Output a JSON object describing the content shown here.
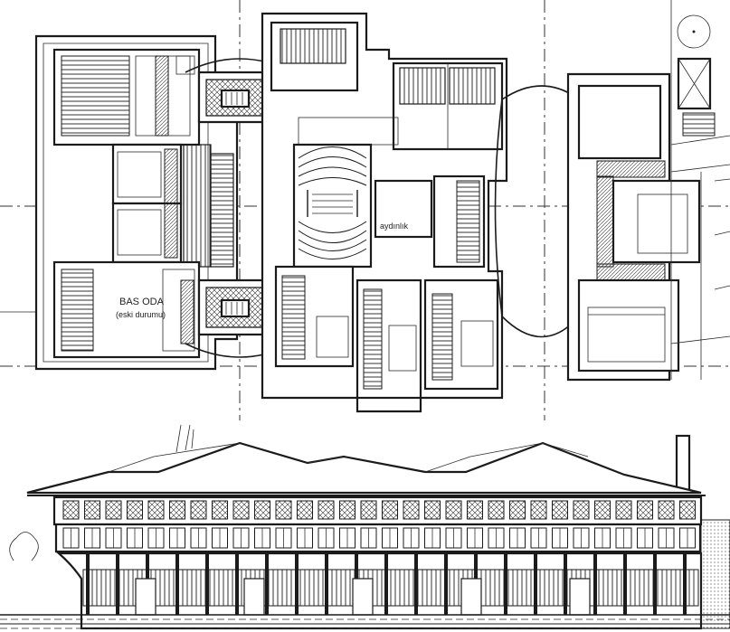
{
  "plan": {
    "labels": {
      "main_room": "BAS ODA",
      "main_room_note": "(eski durumu)",
      "lightwell": "aydınlık"
    }
  }
}
